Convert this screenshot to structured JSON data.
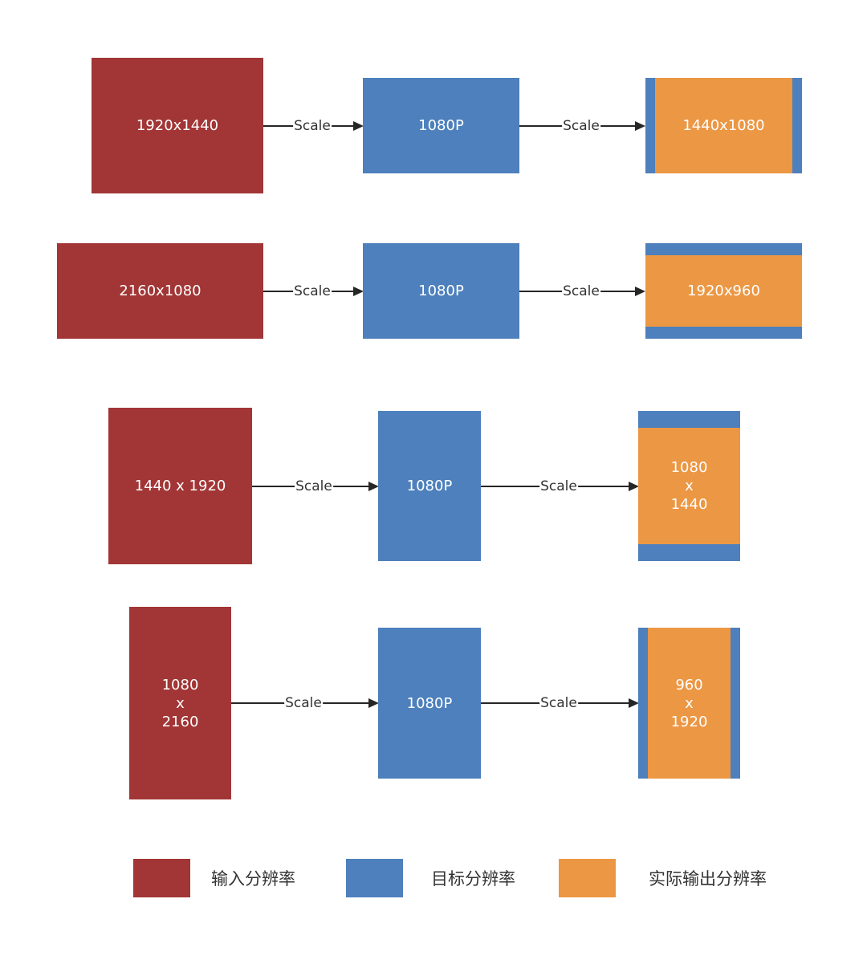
{
  "diagram": {
    "edge_label": "Scale",
    "rows": [
      {
        "input": [
          "1920x1440"
        ],
        "target": "1080P",
        "output": [
          "1440x1080"
        ],
        "padding": "pillarbox"
      },
      {
        "input": [
          "2160x1080"
        ],
        "target": "1080P",
        "output": [
          "1920x960"
        ],
        "padding": "letterbox"
      },
      {
        "input": [
          "1440 x 1920"
        ],
        "target": "1080P",
        "output": [
          "1080",
          "x",
          "1440"
        ],
        "padding": "letterbox"
      },
      {
        "input": [
          "1080",
          "x",
          "2160"
        ],
        "target": "1080P",
        "output": [
          "960",
          "x",
          "1920"
        ],
        "padding": "pillarbox"
      }
    ]
  },
  "legend": [
    {
      "label": "输入分辨率",
      "color": "#a23535"
    },
    {
      "label": "目标分辨率",
      "color": "#4d80bc"
    },
    {
      "label": "实际输出分辨率",
      "color": "#ec9744"
    }
  ],
  "colors": {
    "input": "#a23535",
    "target": "#4d80bc",
    "output": "#ec9744",
    "line": "#262626"
  }
}
